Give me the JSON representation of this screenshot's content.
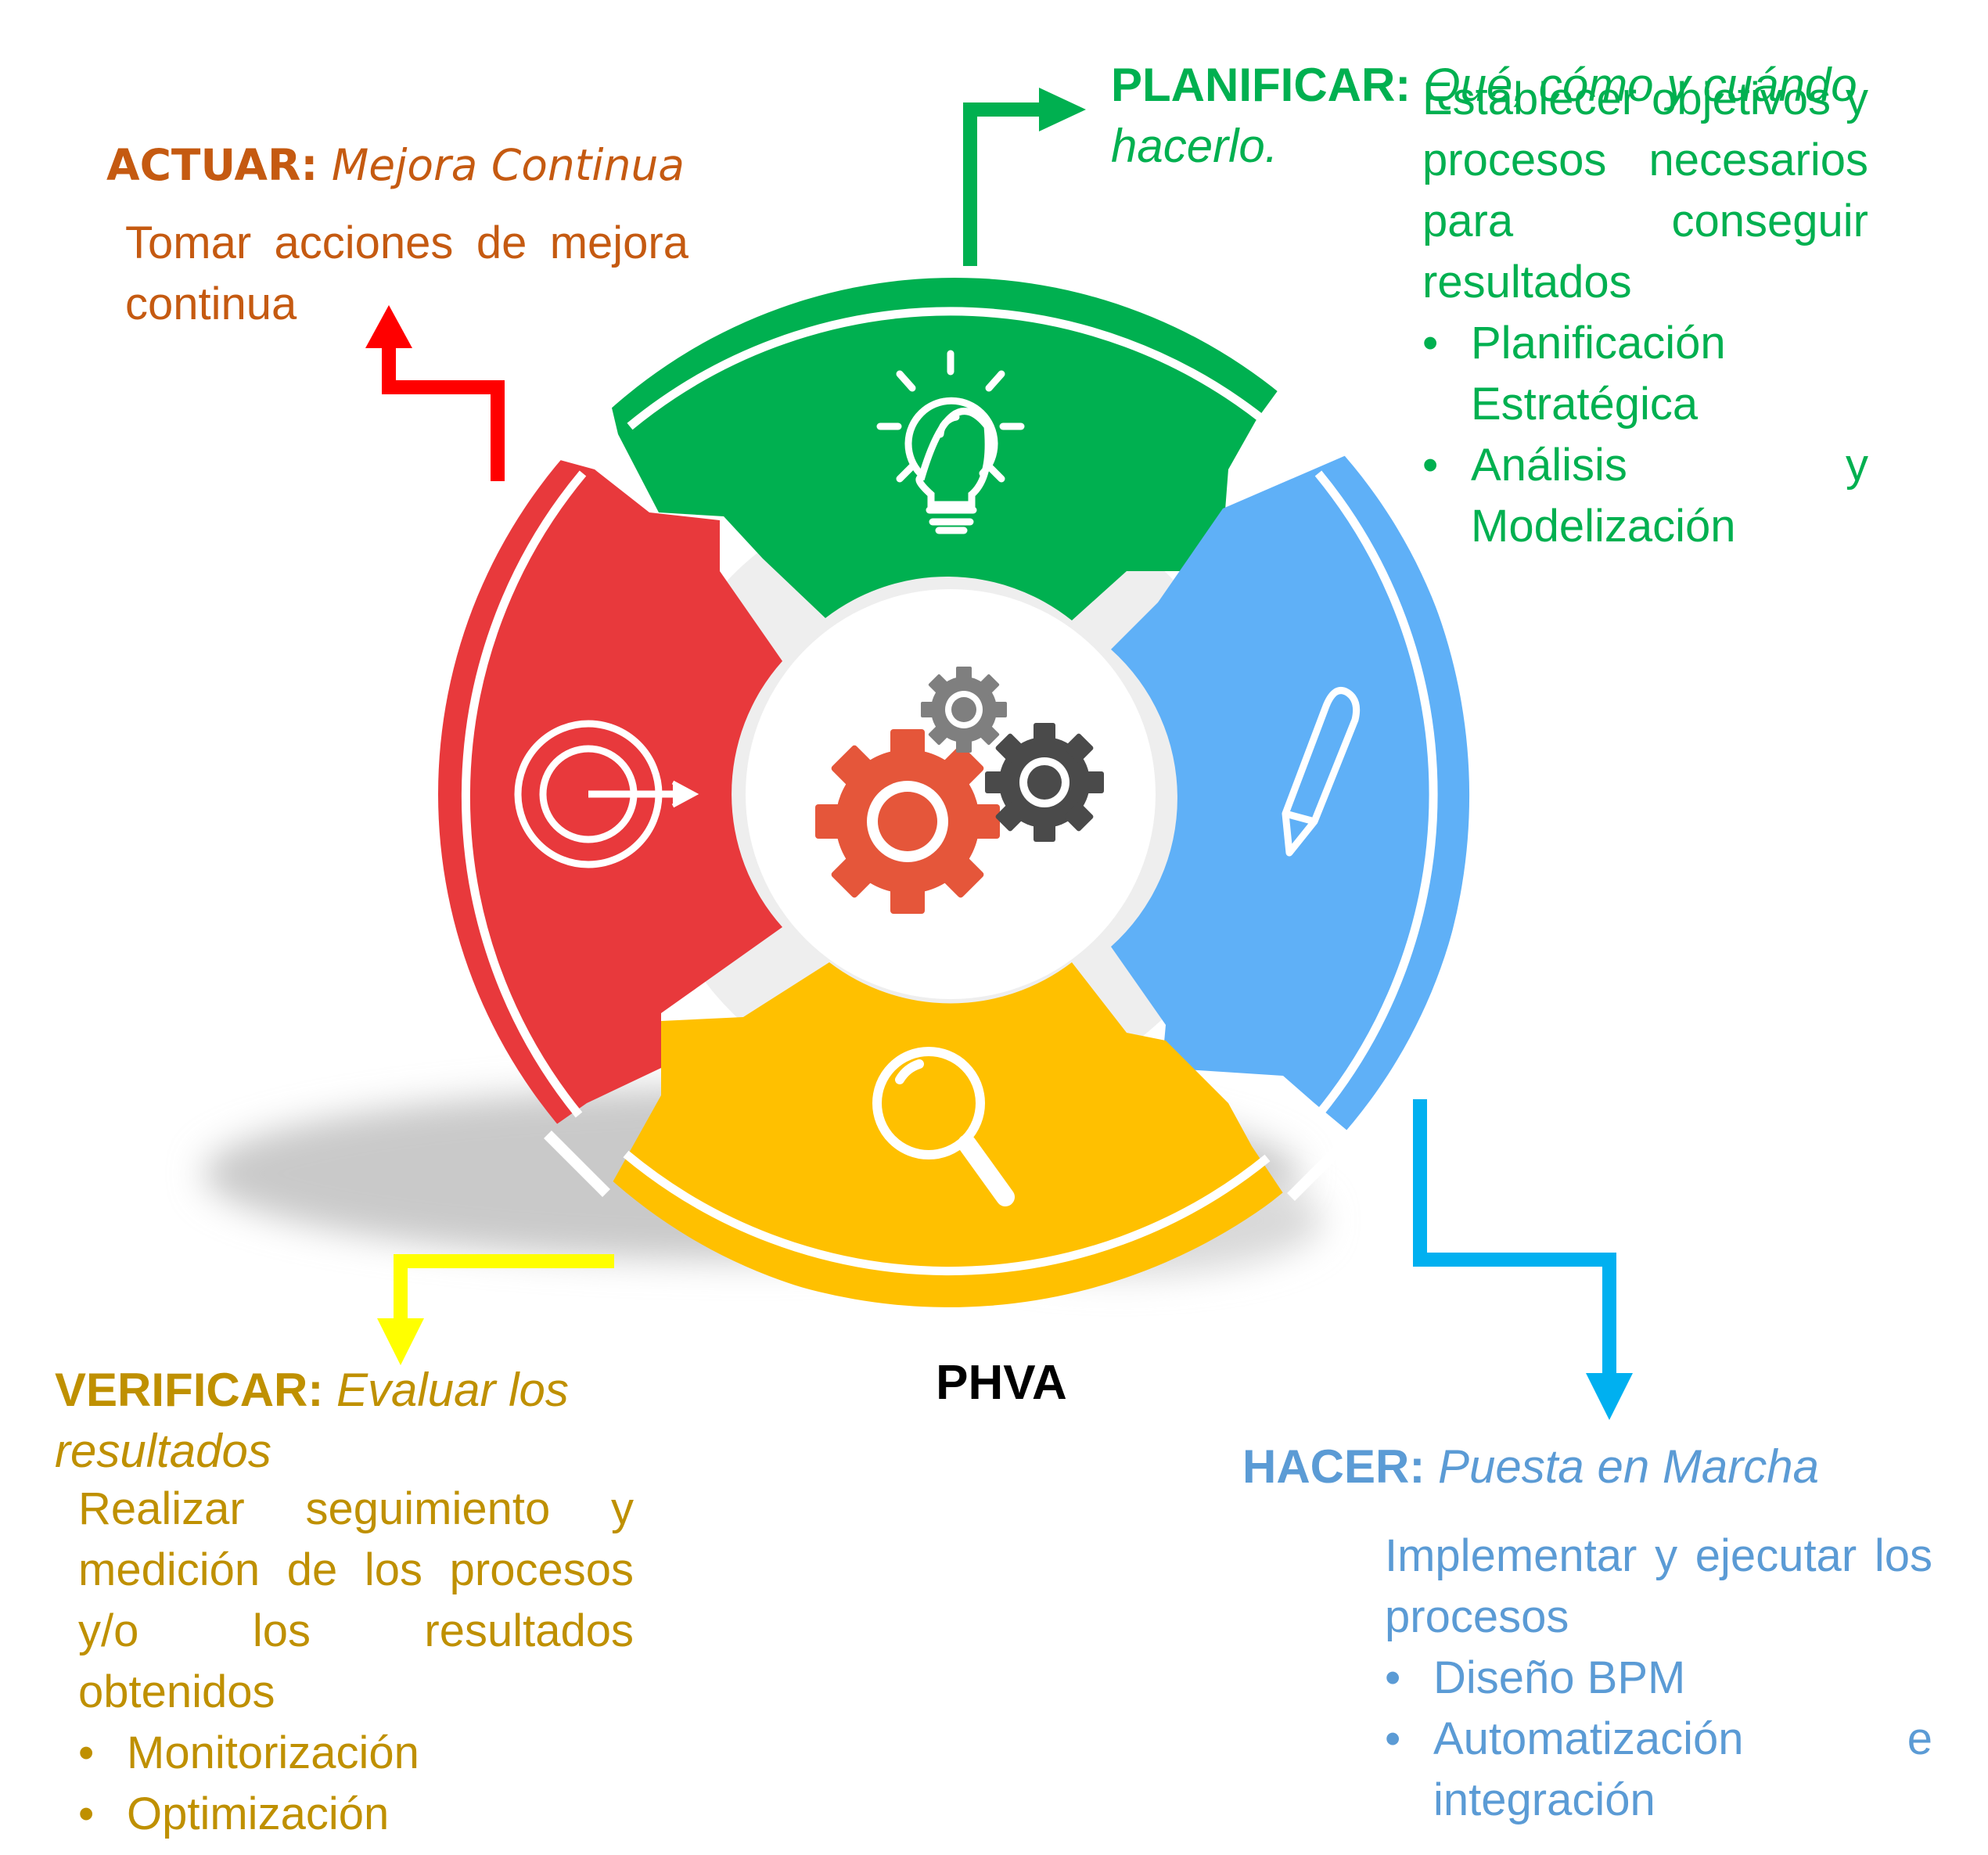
{
  "center_label": "PHVA",
  "colors": {
    "planificar": "#00b050",
    "hacer": "#5fb0f7",
    "verificar": "#ffc000",
    "actuar": "#e8393c",
    "gear_orange": "#e5563a",
    "gear_dark": "#4a4a4a",
    "gear_grey": "#7f7f7f"
  },
  "planificar": {
    "label": "PLANIFICAR:",
    "subtitle": "Qué, cómo y cuándo hacerlo.",
    "description": "Establecer objetivos y procesos necesarios para conseguir resultados",
    "bullets": [
      "Planificación Estratégica",
      "Análisis y Modelización"
    ],
    "icon": "lightbulb-icon",
    "arrow_color": "#00b050"
  },
  "hacer": {
    "label": "HACER:",
    "subtitle": "Puesta en Marcha",
    "description": "Implementar y ejecutar los procesos",
    "bullets": [
      "Diseño BPM",
      "Automatización e integración"
    ],
    "icon": "pencil-icon",
    "arrow_color": "#00b0f0"
  },
  "verificar": {
    "label": "VERIFICAR:",
    "subtitle": "Evaluar los resultados",
    "description": "Realizar seguimiento y medición de los procesos y/o los resultados obtenidos",
    "bullets": [
      "Monitorización",
      "Optimización"
    ],
    "icon": "magnifier-icon",
    "arrow_color": "#ffff00"
  },
  "actuar": {
    "label": "ACTUAR:",
    "subtitle": "Mejora Continua",
    "description": "Tomar acciones de mejora continua",
    "icon": "target-icon",
    "arrow_color": "#ff0000"
  }
}
